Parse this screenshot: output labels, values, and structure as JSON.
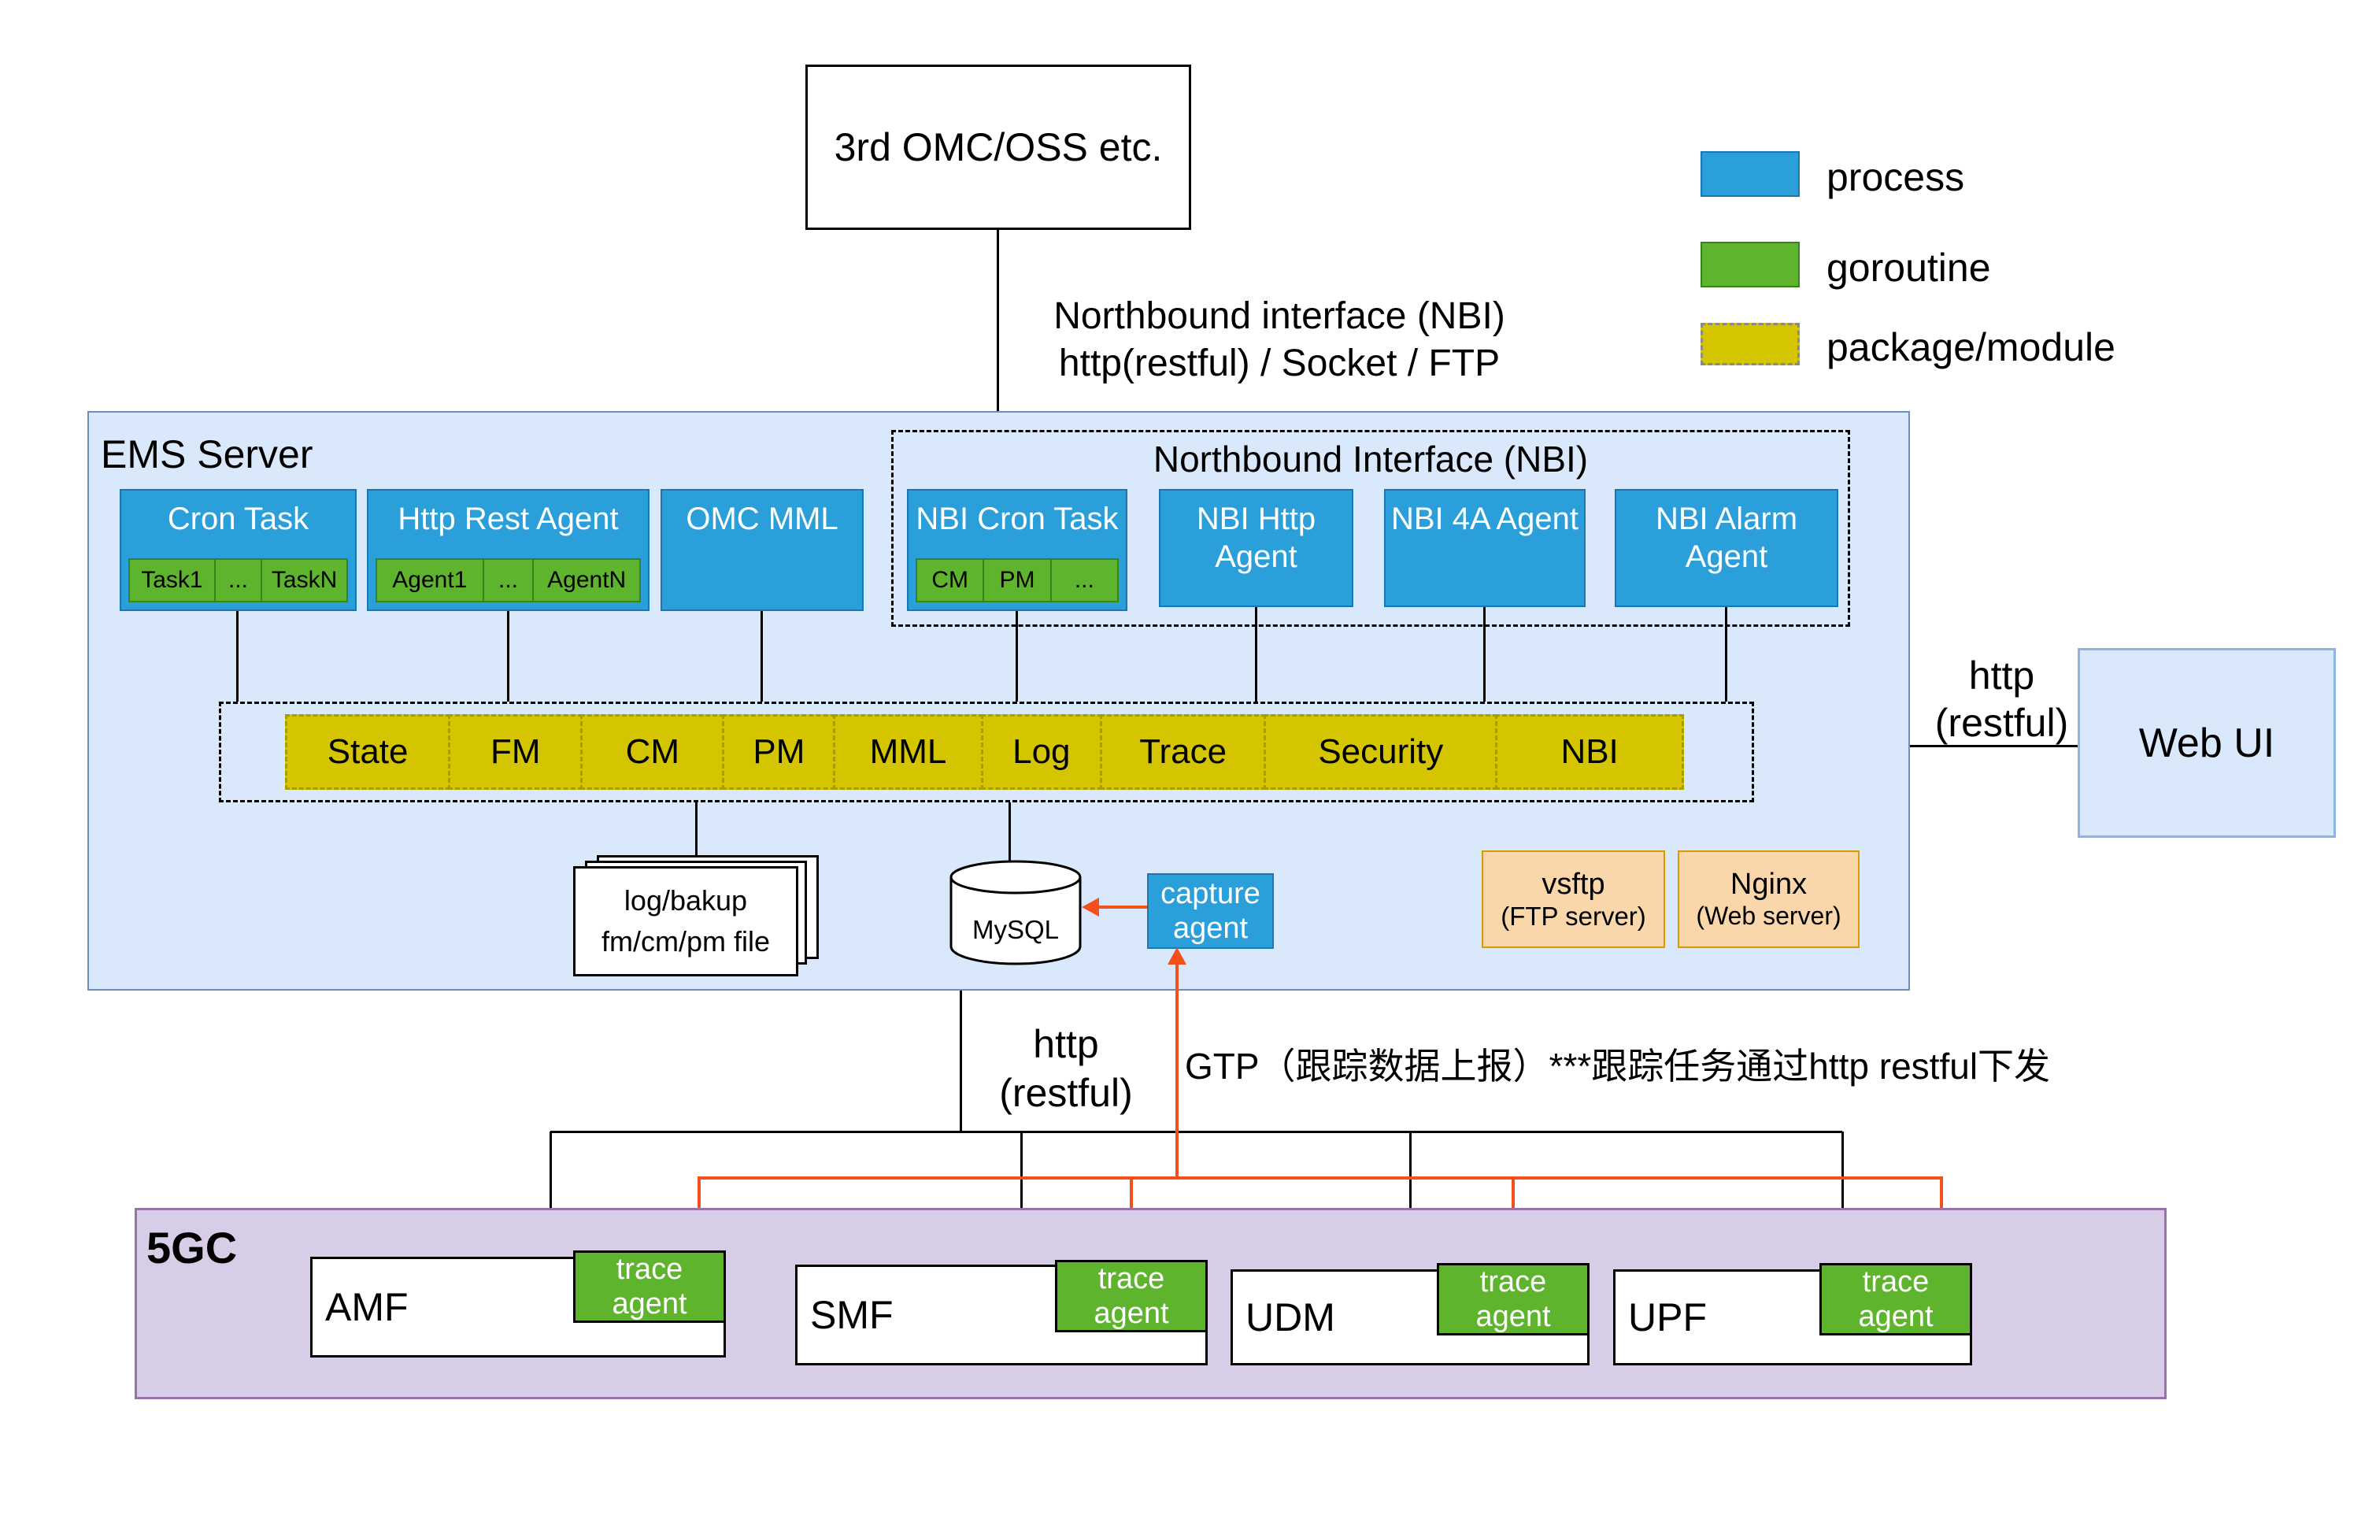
{
  "external": {
    "omc": "3rd OMC/OSS etc."
  },
  "legend": {
    "process": "process",
    "goroutine": "goroutine",
    "package": "package/module"
  },
  "nbi_link": {
    "line1": "Northbound interface (NBI)",
    "line2": "http(restful) / Socket / FTP"
  },
  "ems": {
    "title": "EMS Server",
    "cron_task": {
      "title": "Cron Task",
      "subs": [
        "Task1",
        "...",
        "TaskN"
      ]
    },
    "http_rest_agent": {
      "title": "Http Rest Agent",
      "subs": [
        "Agent1",
        "...",
        "AgentN"
      ]
    },
    "omc_mml": {
      "title": "OMC MML"
    },
    "nbi_group": {
      "title": "Northbound Interface (NBI)",
      "cron": {
        "title": "NBI Cron Task",
        "subs": [
          "CM",
          "PM",
          "..."
        ]
      },
      "http": {
        "title": "NBI Http Agent"
      },
      "faa": {
        "title": "NBI 4A Agent"
      },
      "alarm": {
        "title": "NBI Alarm Agent"
      }
    },
    "modules": [
      "State",
      "FM",
      "CM",
      "PM",
      "MML",
      "Log",
      "Trace",
      "Security",
      "NBI"
    ],
    "files": {
      "line1": "log/bakup",
      "line2": "fm/cm/pm file"
    },
    "db": "MySQL",
    "capture": {
      "line1": "capture",
      "line2": "agent"
    },
    "ftp": {
      "line1": "vsftp",
      "line2": "(FTP server)"
    },
    "web": {
      "line1": "Nginx",
      "line2": "(Web server)"
    }
  },
  "webui": {
    "label": "Web UI",
    "http1": "http",
    "http2": "(restful)"
  },
  "south": {
    "http1": "http",
    "http2": "(restful)",
    "gtp": "GTP（跟踪数据上报）***跟踪任务通过http restful下发"
  },
  "core": {
    "title": "5GC",
    "nfs": [
      "AMF",
      "SMF",
      "UDM",
      "UPF"
    ],
    "trace": {
      "line1": "trace",
      "line2": "agent"
    }
  },
  "colors": {
    "process": "#2b9fd9",
    "goroutine": "#5fb42e",
    "package": "#d5c500",
    "ems_fill": "#dae8fc",
    "core_fill": "#d8cde6",
    "server_fill": "#fad7ab",
    "arrow": "#f4501e"
  }
}
